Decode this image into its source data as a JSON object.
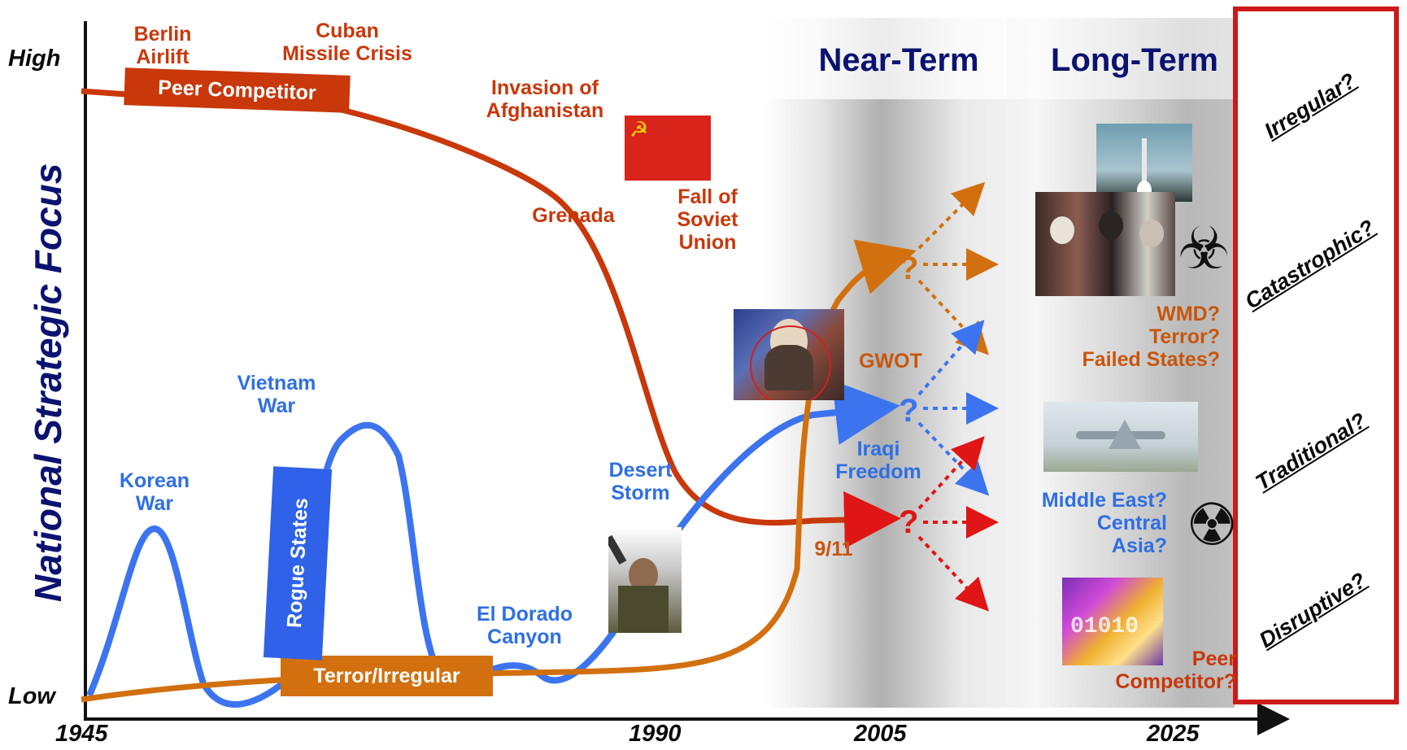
{
  "axes": {
    "y_high": "High",
    "y_low": "Low",
    "y_title": "National Strategic Focus",
    "x_ticks": [
      "1945",
      "1990",
      "2005",
      "2025"
    ]
  },
  "periods": {
    "near_term": "Near-Term",
    "long_term": "Long-Term"
  },
  "curve_labels": {
    "peer": "Peer Competitor",
    "rogue": "Rogue States",
    "terror": "Terror/Irregular"
  },
  "events": {
    "berlin": "Berlin\nAirlift",
    "cuban": "Cuban\nMissile Crisis",
    "afghanistan": "Invasion of\nAfghanistan",
    "grenada": "Grenada",
    "soviet": "Fall of\nSoviet\nUnion",
    "korean": "Korean\nWar",
    "vietnam": "Vietnam\nWar",
    "desert": "Desert\nStorm",
    "el_dorado": "El Dorado\nCanyon",
    "gwot": "GWOT",
    "iraqi": "Iraqi\nFreedom",
    "nine_eleven": "9/11"
  },
  "future": {
    "threats": "WMD?\nTerror?\nFailed States?",
    "regions": "Middle East?\nCentral\nAsia?",
    "peer": "Peer\nCompetitor?",
    "question_mark": "?"
  },
  "challenges": [
    "Irregular?",
    "Catastrophic?",
    "Traditional?",
    "Disruptive?"
  ],
  "icons": {
    "biohazard": "☣",
    "radiation": "☢",
    "hammer_sickle": "☭"
  },
  "colors": {
    "red_curve": "#c8380b",
    "blue_curve": "#3c74f0",
    "orange_curve": "#d2700f",
    "navy": "#0b1270",
    "frame": "#cc1a1a"
  }
}
